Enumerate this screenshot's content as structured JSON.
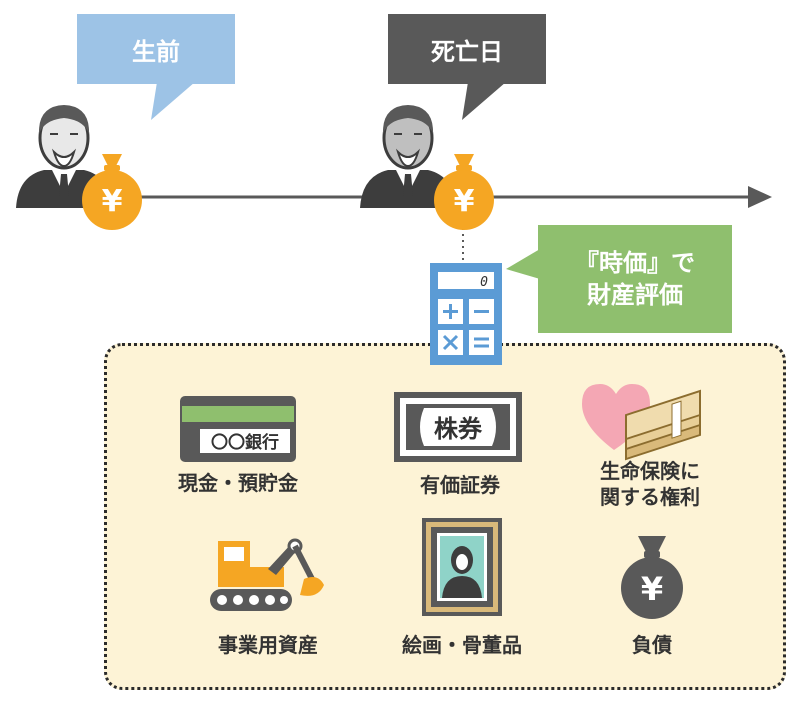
{
  "timeline": {
    "before_label": "生前",
    "death_label": "死亡日",
    "valuation_label_line1": "『時価』で",
    "valuation_label_line2": "財産評価",
    "calculator_display": "0",
    "yen_symbol": "¥"
  },
  "assets": [
    {
      "label": "現金・預貯金",
      "icon": "bankbook-icon",
      "icon_text": "〇〇銀行"
    },
    {
      "label": "有価証券",
      "icon": "stock-certificate-icon",
      "icon_text": "株券"
    },
    {
      "label_line1": "生命保険に",
      "label_line2": "関する権利",
      "icon": "heart-money-icon"
    },
    {
      "label": "事業用資産",
      "icon": "excavator-icon"
    },
    {
      "label": "絵画・骨董品",
      "icon": "framed-painting-icon"
    },
    {
      "label": "負債",
      "icon": "money-bag-icon"
    }
  ],
  "colors": {
    "before_bubble": "#9dc3e6",
    "death_bubble": "#595959",
    "valuation_bubble": "#8fbf6e",
    "yen_bag": "#f5a623",
    "box_fill": "#fdf3d6",
    "calculator": "#5b9bd5"
  }
}
